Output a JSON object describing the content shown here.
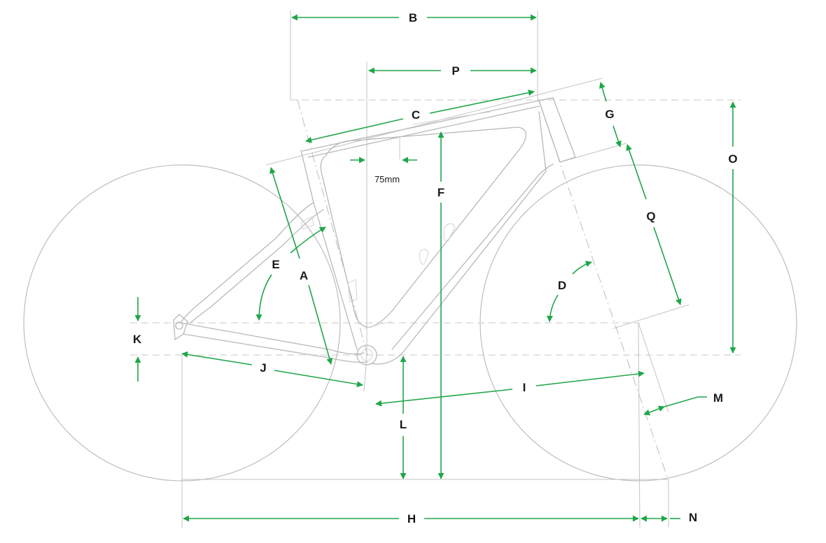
{
  "colors": {
    "dimension": "#1fa648",
    "frame": "#b8b8b8",
    "reference": "#c4c4c4",
    "label": "#1a1a1a"
  },
  "labels": {
    "A": "A",
    "B": "B",
    "C": "C",
    "D": "D",
    "E": "E",
    "F": "F",
    "G": "G",
    "H": "H",
    "I": "I",
    "J": "J",
    "K": "K",
    "L": "L",
    "M": "M",
    "N": "N",
    "O": "O",
    "P": "P",
    "Q": "Q"
  },
  "annotations": {
    "seat_offset": "75mm"
  }
}
